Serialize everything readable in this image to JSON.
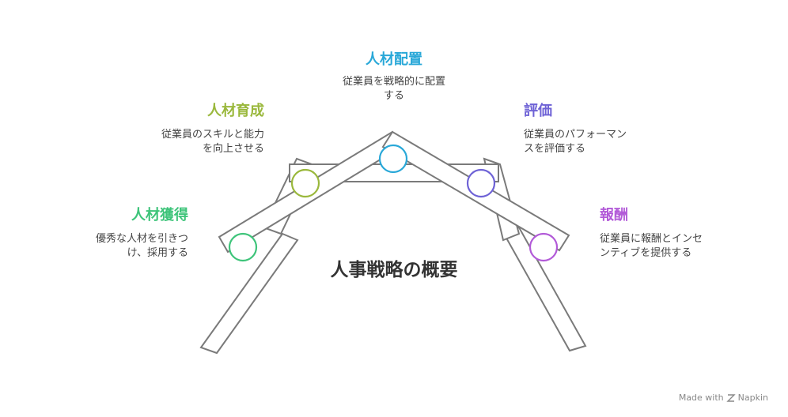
{
  "title": "人事戦略の概要",
  "colors": {
    "acquisition": "#3ec47a",
    "development": "#9ab83c",
    "placement": "#29a8d8",
    "evaluation": "#6e62d6",
    "compensation": "#b25ad8",
    "outline": "#7a7a7a"
  },
  "stages": {
    "acquisition": {
      "title": "人材獲得",
      "desc1": "優秀な人材を引きつ",
      "desc2": "け、採用する"
    },
    "development": {
      "title": "人材育成",
      "desc1": "従業員のスキルと能力",
      "desc2": "を向上させる"
    },
    "placement": {
      "title": "人材配置",
      "desc1": "従業員を戦略的に配置",
      "desc2": "する"
    },
    "evaluation": {
      "title": "評価",
      "desc1": "従業員のパフォーマン",
      "desc2": "スを評価する"
    },
    "compensation": {
      "title": "報酬",
      "desc1": "従業員に報酬とインセ",
      "desc2": "ンティブを提供する"
    }
  },
  "credit": {
    "text": "Made with",
    "brand": "Napkin"
  }
}
